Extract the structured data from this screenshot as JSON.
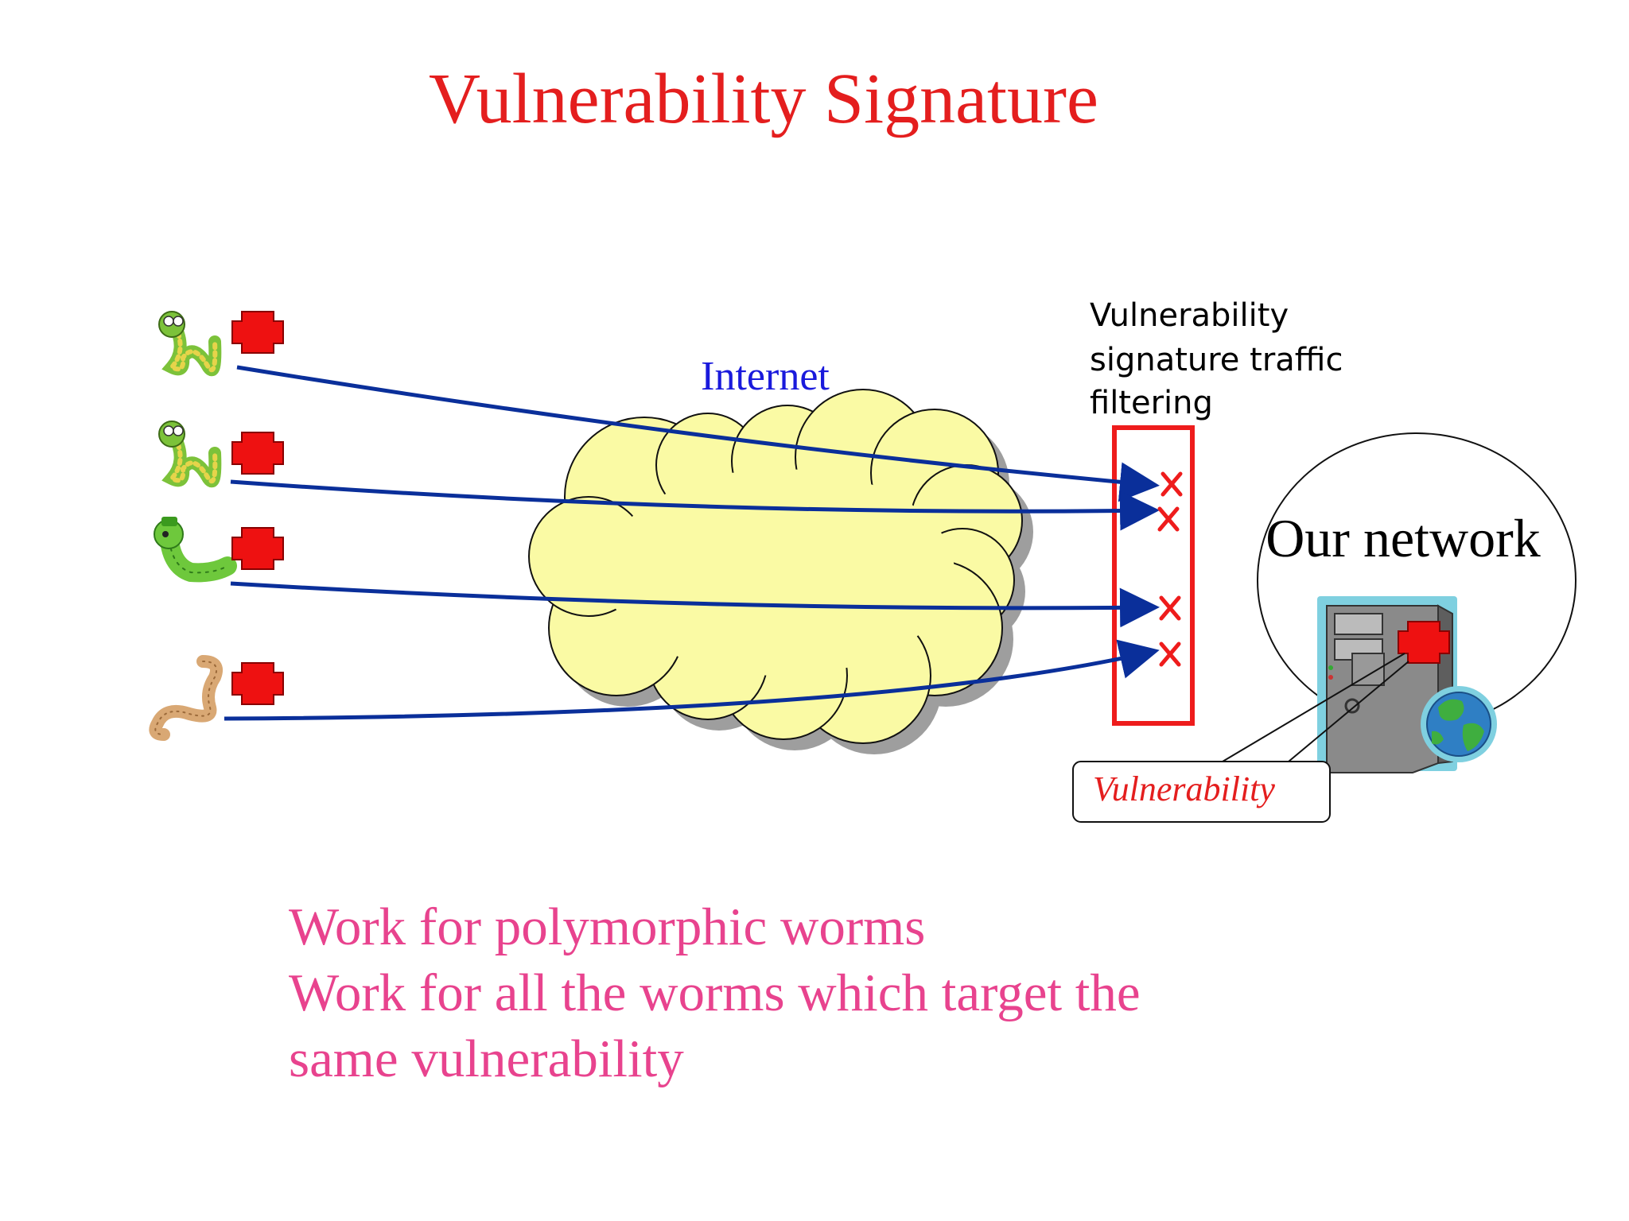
{
  "title": "Vulnerability Signature",
  "diagram": {
    "cloud_label": "Internet",
    "filter_label": [
      "Vulnerability",
      "signature traffic",
      "filtering"
    ],
    "network_label": "Our network",
    "callout_label": "Vulnerability",
    "icons": [
      "worm-icon",
      "exploit-payload-icon",
      "server-tower-icon",
      "globe-icon",
      "blocked-x-icon"
    ],
    "colors": {
      "title": "#e41e1e",
      "arrows": "#0a2f9a",
      "cloud": "#fafaa4",
      "filter_box": "#ee1c1c",
      "payload": "#ee1111",
      "bullets": "#e8438e",
      "internet_label": "#1a1adc"
    }
  },
  "bullets": [
    "Work for polymorphic worms",
    "Work for all the worms which target the",
    "same vulnerability"
  ]
}
